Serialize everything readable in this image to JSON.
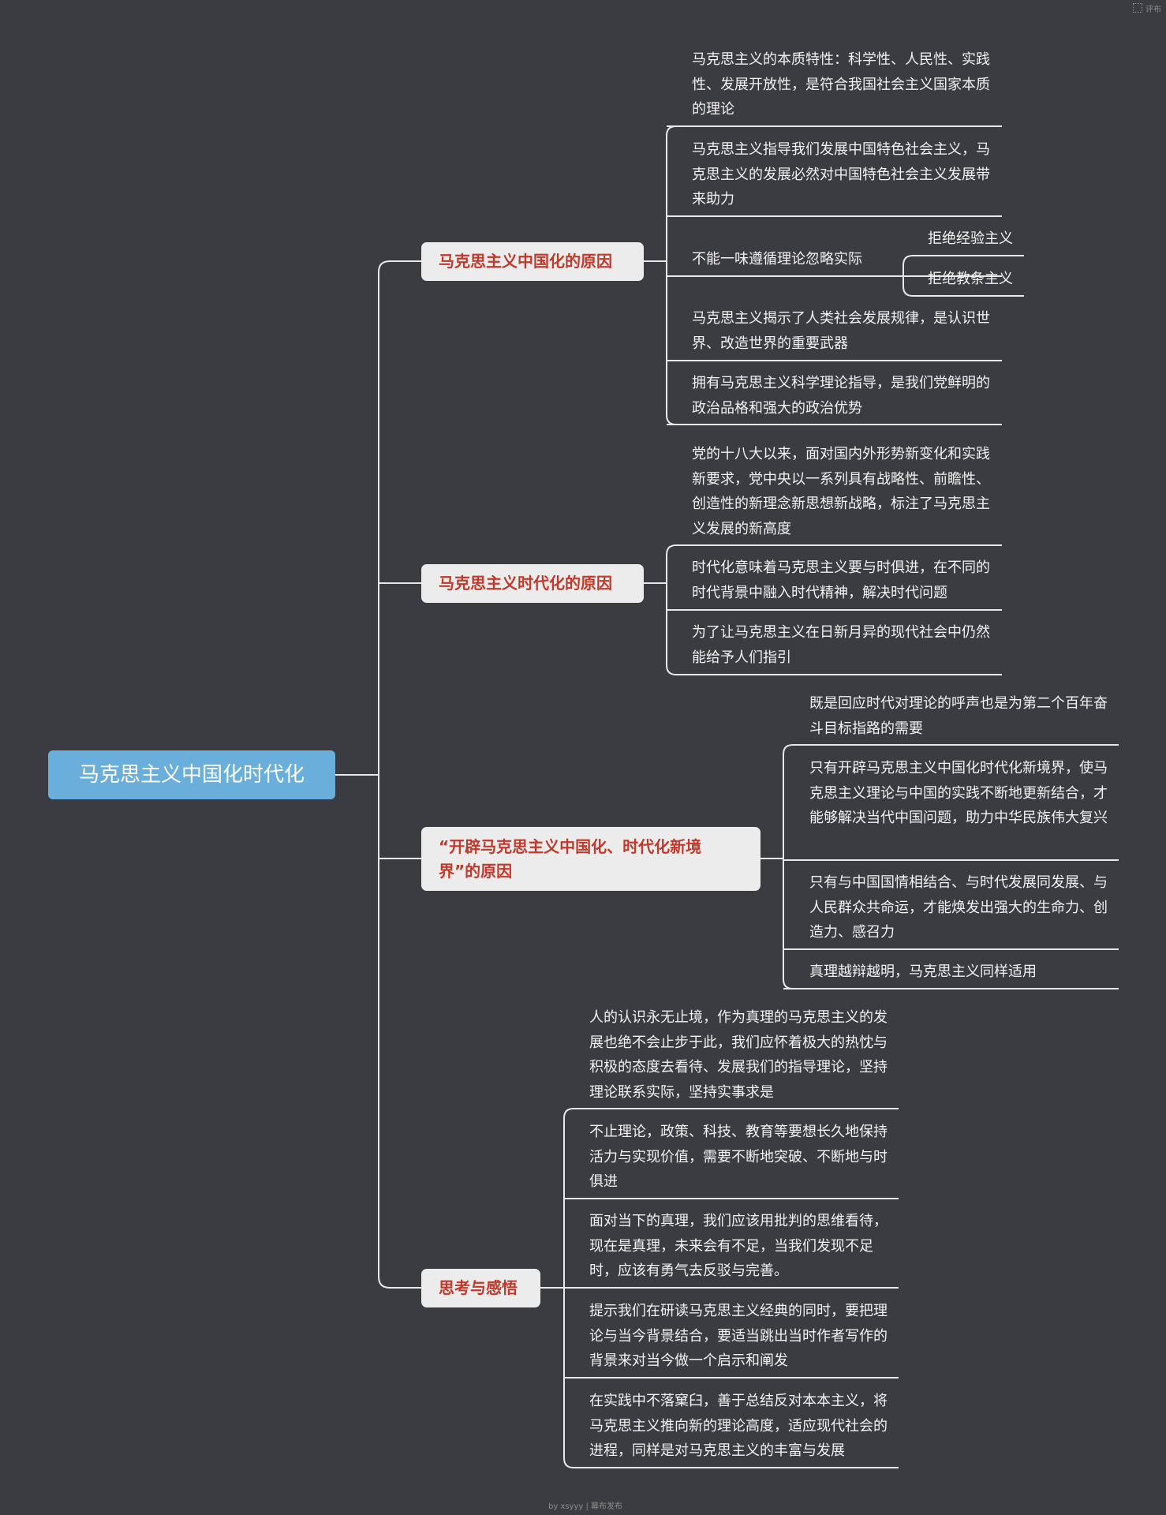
{
  "root": {
    "label": "马克思主义中国化时代化"
  },
  "branches": [
    {
      "label": "马克思主义中国化的原因",
      "leaves": [
        "马克思主义的本质特性：科学性、人民性、实践性、发展开放性，是符合我国社会主义国家本质的理论",
        "马克思主义指导我们发展中国特色社会主义，马克思主义的发展必然对中国特色社会主义发展带来助力",
        "不能一味遵循理论忽略实际",
        "马克思主义揭示了人类社会发展规律，是认识世界、改造世界的重要武器",
        "拥有马克思主义科学理论指导，是我们党鲜明的政治品格和强大的政治优势"
      ],
      "subleaves": [
        "拒绝经验主义",
        "拒绝教条主义"
      ]
    },
    {
      "label": "马克思主义时代化的原因",
      "leaves": [
        "党的十八大以来，面对国内外形势新变化和实践新要求，党中央以一系列具有战略性、前瞻性、创造性的新理念新思想新战略，标注了马克思主义发展的新高度",
        "时代化意味着马克思主义要与时俱进，在不同的时代背景中融入时代精神，解决时代问题",
        "为了让马克思主义在日新月异的现代社会中仍然能给予人们指引"
      ]
    },
    {
      "label": "“开辟马克思主义中国化、时代化新境界”的原因",
      "leaves": [
        "既是回应时代对理论的呼声也是为第二个百年奋斗目标指路的需要",
        "只有开辟马克思主义中国化时代化新境界，使马克思主义理论与中国的实践不断地更新结合，才能够解决当代中国问题，助力中华民族伟大复兴",
        "只有与中国国情相结合、与时代发展同发展、与人民群众共命运，才能焕发出强大的生命力、创造力、感召力",
        "真理越辩越明，马克思主义同样适用"
      ]
    },
    {
      "label": "思考与感悟",
      "leaves": [
        "人的认识永无止境，作为真理的马克思主义的发展也绝不会止步于此，我们应怀着极大的热忱与积极的态度去看待、发展我们的指导理论，坚持理论联系实际，坚持实事求是",
        "不止理论，政策、科技、教育等要想长久地保持活力与实现价值，需要不断地突破、不断地与时俱进",
        "面对当下的真理，我们应该用批判的思维看待，现在是真理，未来会有不足，当我们发现不足时，应该有勇气去反驳与完善。",
        "提示我们在研读马克思主义经典的同时，要把理论与当今背景结合，要适当跳出当时作者写作的背景来对当今做一个启示和阐发",
        "在实践中不落窠臼，善于总结反对本本主义，将马克思主义推向新的理论高度，适应现代社会的进程，同样是对马克思主义的丰富与发展"
      ]
    }
  ],
  "watermark": {
    "top_right": "评布",
    "bottom": "by xsyyy | 幕布发布"
  },
  "colors": {
    "background": "#3b3c42",
    "root": "#6aaedb",
    "branch_bg": "#ececec",
    "branch_text": "#c0392b",
    "line": "#e8e8e8"
  }
}
